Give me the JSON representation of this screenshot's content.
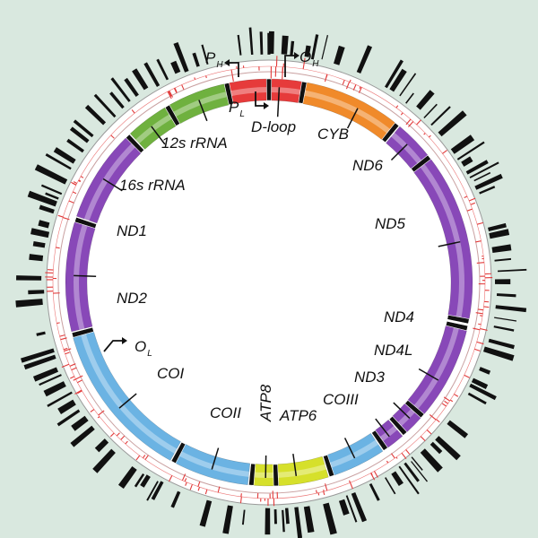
{
  "colors": {
    "background": "#d9e8df",
    "rrna": "#6fb13f",
    "nd_genes": "#8848b8",
    "co_genes": "#6bb3e3",
    "atp_genes": "#d6e02b",
    "control_region": "#e63b3b",
    "cyb": "#f08a2a",
    "variant_ticks": "#e23a3a",
    "sequence_bars": "#111111"
  },
  "genes": [
    {
      "id": "d-loop",
      "label": "D-loop",
      "color": "#e63b3b"
    },
    {
      "id": "cyb",
      "label": "CYB",
      "color": "#f08a2a"
    },
    {
      "id": "nd6",
      "label": "ND6",
      "color": "#8848b8"
    },
    {
      "id": "nd5",
      "label": "ND5",
      "color": "#8848b8"
    },
    {
      "id": "nd4",
      "label": "ND4",
      "color": "#8848b8"
    },
    {
      "id": "nd4l",
      "label": "ND4L",
      "color": "#8848b8"
    },
    {
      "id": "nd3",
      "label": "ND3",
      "color": "#8848b8"
    },
    {
      "id": "coiii",
      "label": "COIII",
      "color": "#6bb3e3"
    },
    {
      "id": "atp6",
      "label": "ATP6",
      "color": "#d6e02b"
    },
    {
      "id": "atp8",
      "label": "ATP8",
      "color": "#d6e02b"
    },
    {
      "id": "coii",
      "label": "COII",
      "color": "#6bb3e3"
    },
    {
      "id": "coi",
      "label": "COI",
      "color": "#6bb3e3"
    },
    {
      "id": "nd2",
      "label": "ND2",
      "color": "#8848b8"
    },
    {
      "id": "nd1",
      "label": "ND1",
      "color": "#8848b8"
    },
    {
      "id": "16s",
      "label": "16s rRNA",
      "color": "#6fb13f"
    },
    {
      "id": "12s",
      "label": "12s rRNA",
      "color": "#6fb13f"
    }
  ],
  "origins": {
    "ph": {
      "main": "P",
      "sub": "H"
    },
    "pl": {
      "main": "P",
      "sub": "L"
    },
    "oh": {
      "main": "O",
      "sub": "H"
    },
    "ol": {
      "main": "O",
      "sub": "L"
    }
  }
}
